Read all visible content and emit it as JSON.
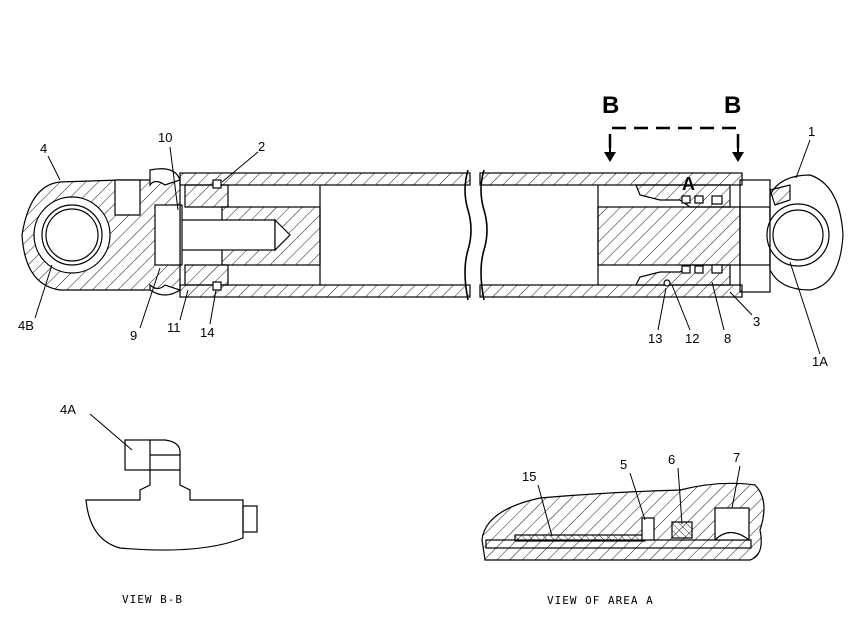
{
  "section_marker": "B",
  "area_marker": "A",
  "callouts": {
    "c1": "1",
    "c1a": "1A",
    "c2": "2",
    "c3": "3",
    "c4": "4",
    "c4a": "4A",
    "c4b": "4B",
    "c5": "5",
    "c6": "6",
    "c7": "7",
    "c8": "8",
    "c9": "9",
    "c10": "10",
    "c11": "11",
    "c12": "12",
    "c13": "13",
    "c14": "14",
    "c15": "15"
  },
  "captions": {
    "view_bb": "VIEW B-B",
    "view_area_a": "VIEW OF AREA A"
  }
}
